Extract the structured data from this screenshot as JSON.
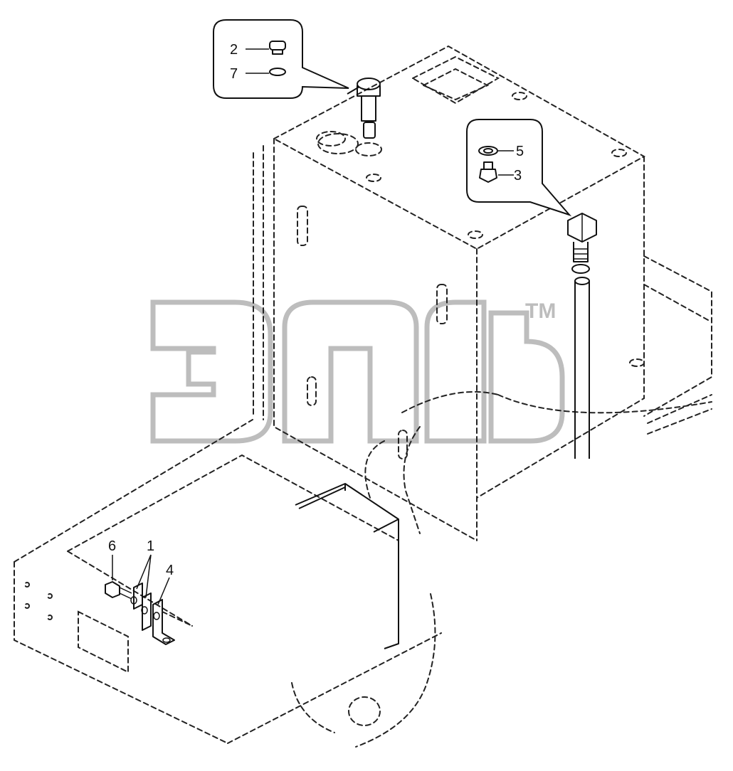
{
  "diagram": {
    "callouts": [
      {
        "id": "2",
        "label": "2"
      },
      {
        "id": "7",
        "label": "7"
      },
      {
        "id": "5",
        "label": "5"
      },
      {
        "id": "3",
        "label": "3"
      },
      {
        "id": "6",
        "label": "6"
      },
      {
        "id": "1",
        "label": "1"
      },
      {
        "id": "4",
        "label": "4"
      }
    ],
    "watermark": {
      "trademark": "TM"
    }
  }
}
